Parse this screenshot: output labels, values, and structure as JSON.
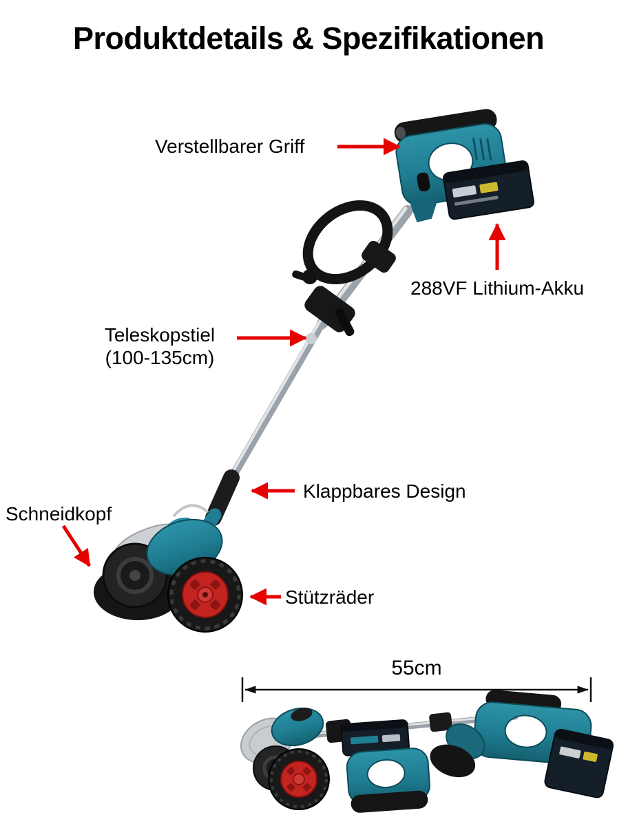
{
  "page": {
    "title": "Produktdetails & Spezifikationen"
  },
  "product": {
    "callouts": {
      "handle": "Verstellbarer Griff",
      "battery": "288VF Lithium-Akku",
      "telescope_line1": "Teleskopstiel",
      "telescope_line2": "(100-135cm)",
      "folding": "Klappbares Design",
      "cutting_head": "Schneidkopf",
      "support_wheels": "Stützräder"
    },
    "dimension_label": "55cm"
  },
  "colors": {
    "arrow_red": "#e60000",
    "body_teal": "#1f7d92",
    "body_teal_dark": "#14606f",
    "battery_navy": "#151f29",
    "wheel_hub_red": "#c32420",
    "metal_silver": "#9ba2a9",
    "detail_black": "#161616",
    "text": "#000000"
  }
}
